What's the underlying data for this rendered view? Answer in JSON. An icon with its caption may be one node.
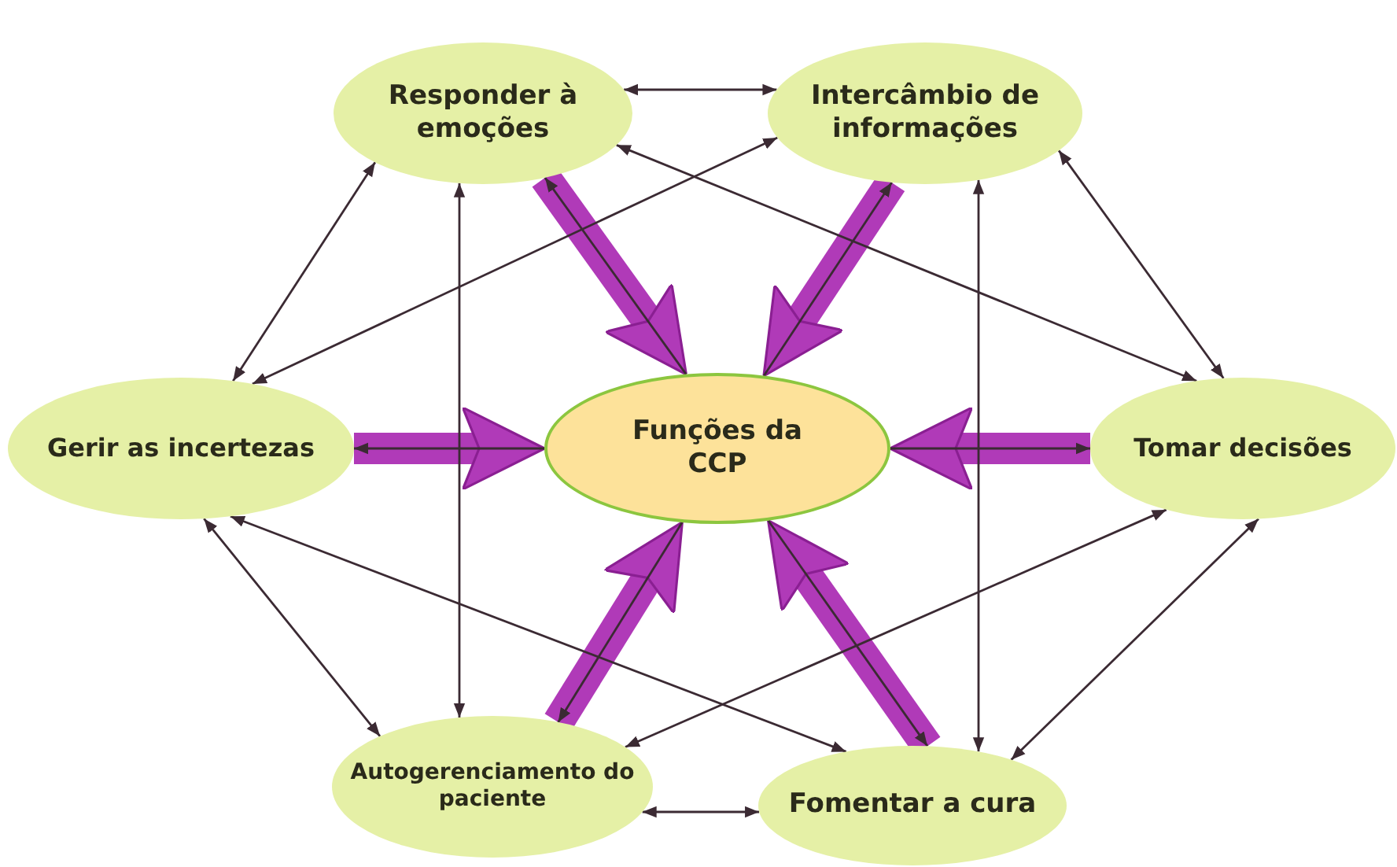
{
  "diagram": {
    "nodes": [
      {
        "text": [
          "Responder à emoções"
        ]
      },
      {
        "text": [
          "Intercâmbio de informações"
        ]
      },
      {
        "text": [
          "Gerir as incertezas"
        ]
      },
      {
        "text": [
          "Funções da CCP"
        ]
      },
      {
        "text": [
          "Tomar decisões"
        ]
      },
      {
        "text": [
          "Autogerenciamento do paciente"
        ]
      },
      {
        "text": [
          "Fomentar a cura"
        ]
      }
    ],
    "edges": [
      {
        "from": 0,
        "to": 3,
        "arrow": "to",
        "style": "thick",
        "color": "#b03ab8"
      },
      {
        "from": 1,
        "to": 3,
        "arrow": "to",
        "style": "thick",
        "color": "#b03ab8"
      },
      {
        "from": 2,
        "to": 3,
        "arrow": "to",
        "style": "thick",
        "color": "#b03ab8"
      },
      {
        "from": 4,
        "to": 3,
        "arrow": "to",
        "style": "thick",
        "color": "#b03ab8"
      },
      {
        "from": 5,
        "to": 3,
        "arrow": "to",
        "style": "thick",
        "color": "#b03ab8"
      },
      {
        "from": 6,
        "to": 3,
        "arrow": "to",
        "style": "thick",
        "color": "#b03ab8"
      },
      {
        "from": 3,
        "to": 0,
        "arrow": "to"
      },
      {
        "from": 3,
        "to": 1,
        "arrow": "to"
      },
      {
        "from": 3,
        "to": 2,
        "arrow": "to"
      },
      {
        "from": 3,
        "to": 4,
        "arrow": "to"
      },
      {
        "from": 3,
        "to": 5,
        "arrow": "to"
      },
      {
        "from": 3,
        "to": 6,
        "arrow": "to"
      },
      {
        "from": 0,
        "to": 1,
        "arrow": "both"
      },
      {
        "from": 0,
        "to": 2,
        "arrow": "both"
      },
      {
        "from": 0,
        "to": 5,
        "arrow": "both"
      },
      {
        "from": 0,
        "to": 4,
        "arrow": "both"
      },
      {
        "from": 1,
        "to": 2,
        "arrow": "both"
      },
      {
        "from": 1,
        "to": 4,
        "arrow": "both"
      },
      {
        "from": 1,
        "to": 6,
        "arrow": "both"
      },
      {
        "from": 2,
        "to": 5,
        "arrow": "both"
      },
      {
        "from": 2,
        "to": 6,
        "arrow": "both"
      },
      {
        "from": 4,
        "to": 5,
        "arrow": "both"
      },
      {
        "from": 4,
        "to": 6,
        "arrow": "both"
      },
      {
        "from": 5,
        "to": 6,
        "arrow": "both"
      }
    ]
  }
}
